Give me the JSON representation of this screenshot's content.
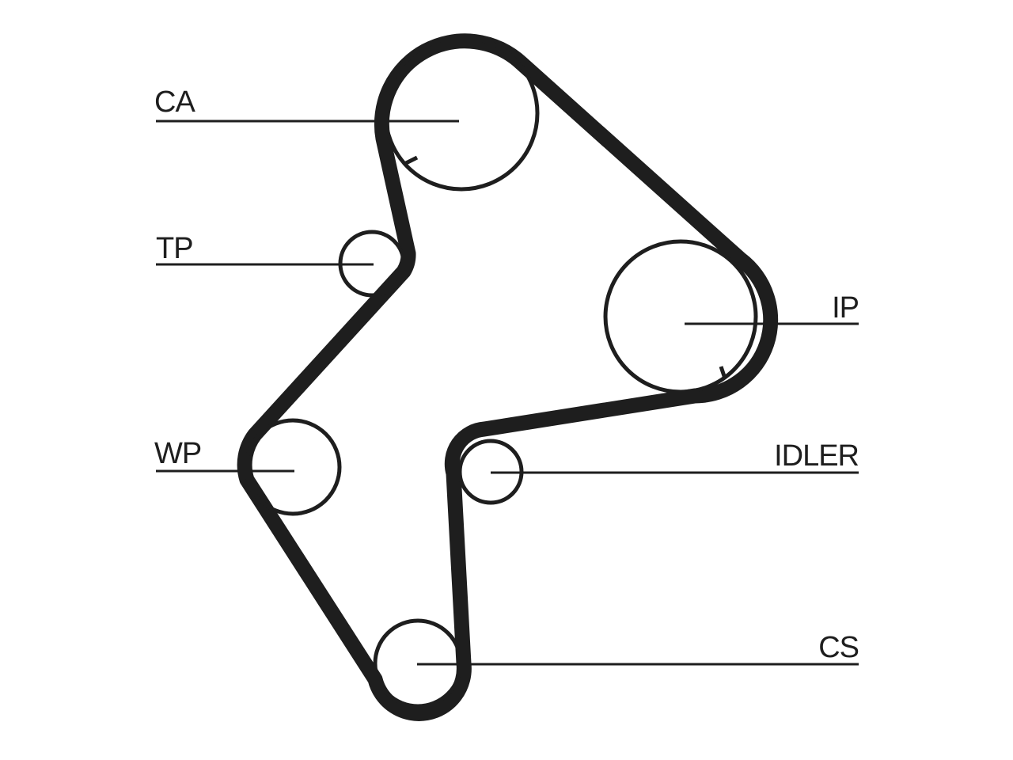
{
  "labels": {
    "ca": "CA",
    "tp": "TP",
    "wp": "WP",
    "ip": "IP",
    "idler": "IDLER",
    "cs": "CS"
  },
  "colors": {
    "ink": "#1e1e1e",
    "background": "#ffffff"
  }
}
